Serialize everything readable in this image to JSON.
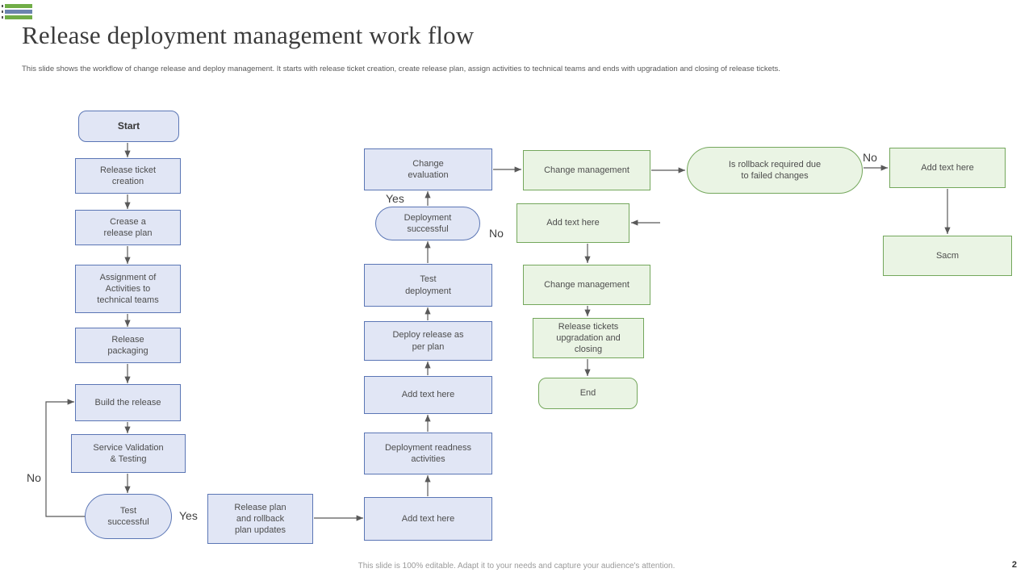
{
  "slide": {
    "title": "Release deployment management work flow",
    "subtitle": "This slide shows the workflow of change release and deploy management.  It starts with release ticket creation, create release plan, assign activities to technical teams and ends with upgradation and closing of release tickets.",
    "footer": "This slide is 100% editable.  Adapt it to your needs and capture your audience's attention.",
    "page_number": "2"
  },
  "colors": {
    "blue_fill": "#e1e6f5",
    "blue_border": "#5b76b5",
    "green_fill": "#eaf4e4",
    "green_border": "#74a75c",
    "arrow": "#595959",
    "icon_green": "#70ad47",
    "icon_slate": "#6b84ae"
  },
  "flow": {
    "labels": {
      "start": "Start",
      "release_ticket_creation": "Release ticket\ncreation",
      "create_release_plan": "Crease a\nrelease plan",
      "assignment_activities": "Assignment of\nActivities  to\ntechnical teams",
      "release_packaging": "Release\npackaging",
      "build_release": "Build the release",
      "service_validation": "Service Validation\n& Testing",
      "test_successful": "Test\nsuccessful",
      "release_rollback_updates": "Release plan\nand rollback\nplan updates",
      "add_text_1": "Add text here",
      "deployment_readiness": "Deployment readness\nactivities",
      "add_text_2": "Add text here",
      "deploy_release": "Deploy release as\nper plan",
      "test_deployment": "Test\ndeployment",
      "deployment_successful": "Deployment\nsuccessful",
      "change_evaluation": "Change\nevaluation",
      "change_management_1": "Change management",
      "rollback_required": "Is rollback required due\nto failed changes",
      "add_text_3": "Add text here",
      "sacm": "Sacm",
      "add_text_4": "Add text here",
      "change_management_2": "Change management",
      "release_tickets_upgradation": "Release tickets\nupgradation and\nclosing",
      "end": "End"
    },
    "branch_labels": {
      "test_no": "No",
      "test_yes": "Yes",
      "deploy_yes": "Yes",
      "deploy_no": "No",
      "rollback_no": "No"
    }
  }
}
